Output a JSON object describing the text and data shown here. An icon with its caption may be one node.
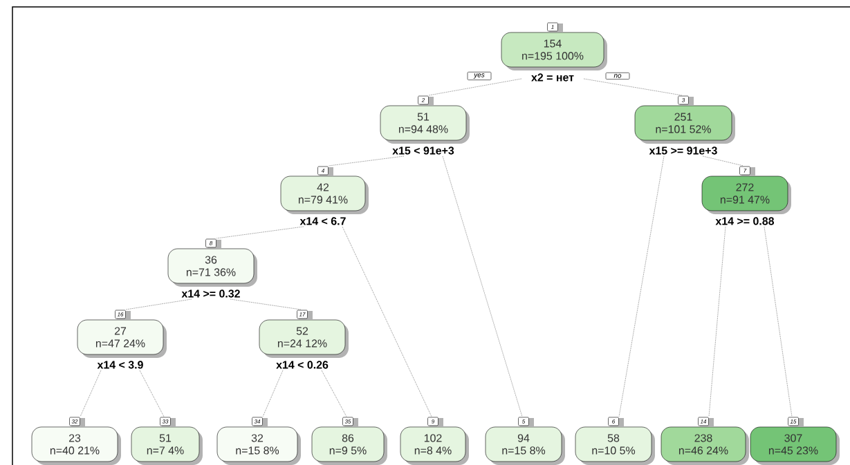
{
  "diagram": {
    "nodes": [
      {
        "text": [
          "154",
          "n=195 100%"
        ],
        "beside": [
          "1",
          "x2 = нет"
        ]
      },
      {
        "text": [
          "51",
          "n=94 48%"
        ],
        "beside": [
          "2",
          "x15 < 91e+3"
        ]
      },
      {
        "text": [
          "251",
          "n=101 52%"
        ],
        "beside": [
          "3",
          "x15 >= 91e+3"
        ]
      },
      {
        "text": [
          "42",
          "n=79 41%"
        ],
        "beside": [
          "4",
          "x14 < 6.7"
        ]
      },
      {
        "text": [
          "272",
          "n=91 47%"
        ],
        "beside": [
          "7",
          "x14 >= 0.88"
        ]
      },
      {
        "text": [
          "36",
          "n=71 36%"
        ],
        "beside": [
          "8",
          "x14 >= 0.32"
        ]
      },
      {
        "text": [
          "27",
          "n=47 24%"
        ],
        "beside": [
          "16",
          "x14 < 3.9"
        ]
      },
      {
        "text": [
          "52",
          "n=24 12%"
        ],
        "beside": [
          "17",
          "x14 < 0.26"
        ]
      },
      {
        "text": [
          "23",
          "n=40 21%"
        ],
        "beside": [
          "32"
        ]
      },
      {
        "text": [
          "51",
          "n=7 4%"
        ],
        "beside": [
          "33"
        ]
      },
      {
        "text": [
          "32",
          "n=15 8%"
        ],
        "beside": [
          "34"
        ]
      },
      {
        "text": [
          "86",
          "n=9 5%"
        ],
        "beside": [
          "35"
        ]
      },
      {
        "text": [
          "102",
          "n=8 4%"
        ],
        "beside": [
          "9"
        ]
      },
      {
        "text": [
          "94",
          "n=15 8%"
        ],
        "beside": [
          "5"
        ]
      },
      {
        "text": [
          "58",
          "n=10 5%"
        ],
        "beside": [
          "6"
        ]
      },
      {
        "text": [
          "238",
          "n=46 24%"
        ],
        "beside": [
          "14"
        ]
      },
      {
        "text": [
          "307",
          "n=45 23%"
        ],
        "beside": [
          "15"
        ]
      }
    ],
    "edges": [
      {
        "from": 0,
        "to": 1,
        "arrow": "none",
        "label": "yes"
      },
      {
        "from": 0,
        "to": 2,
        "arrow": "none",
        "label": "no"
      },
      {
        "from": 1,
        "to": 3,
        "arrow": "none"
      },
      {
        "from": 1,
        "to": 13,
        "arrow": "none"
      },
      {
        "from": 2,
        "to": 14,
        "arrow": "none"
      },
      {
        "from": 2,
        "to": 4,
        "arrow": "none"
      },
      {
        "from": 3,
        "to": 5,
        "arrow": "none"
      },
      {
        "from": 3,
        "to": 12,
        "arrow": "none"
      },
      {
        "from": 4,
        "to": 15,
        "arrow": "none"
      },
      {
        "from": 4,
        "to": 16,
        "arrow": "none"
      },
      {
        "from": 5,
        "to": 6,
        "arrow": "none"
      },
      {
        "from": 5,
        "to": 7,
        "arrow": "none"
      },
      {
        "from": 6,
        "to": 8,
        "arrow": "none"
      },
      {
        "from": 6,
        "to": 9,
        "arrow": "none"
      },
      {
        "from": 7,
        "to": 10,
        "arrow": "none"
      },
      {
        "from": 7,
        "to": 11,
        "arrow": "none"
      }
    ]
  }
}
